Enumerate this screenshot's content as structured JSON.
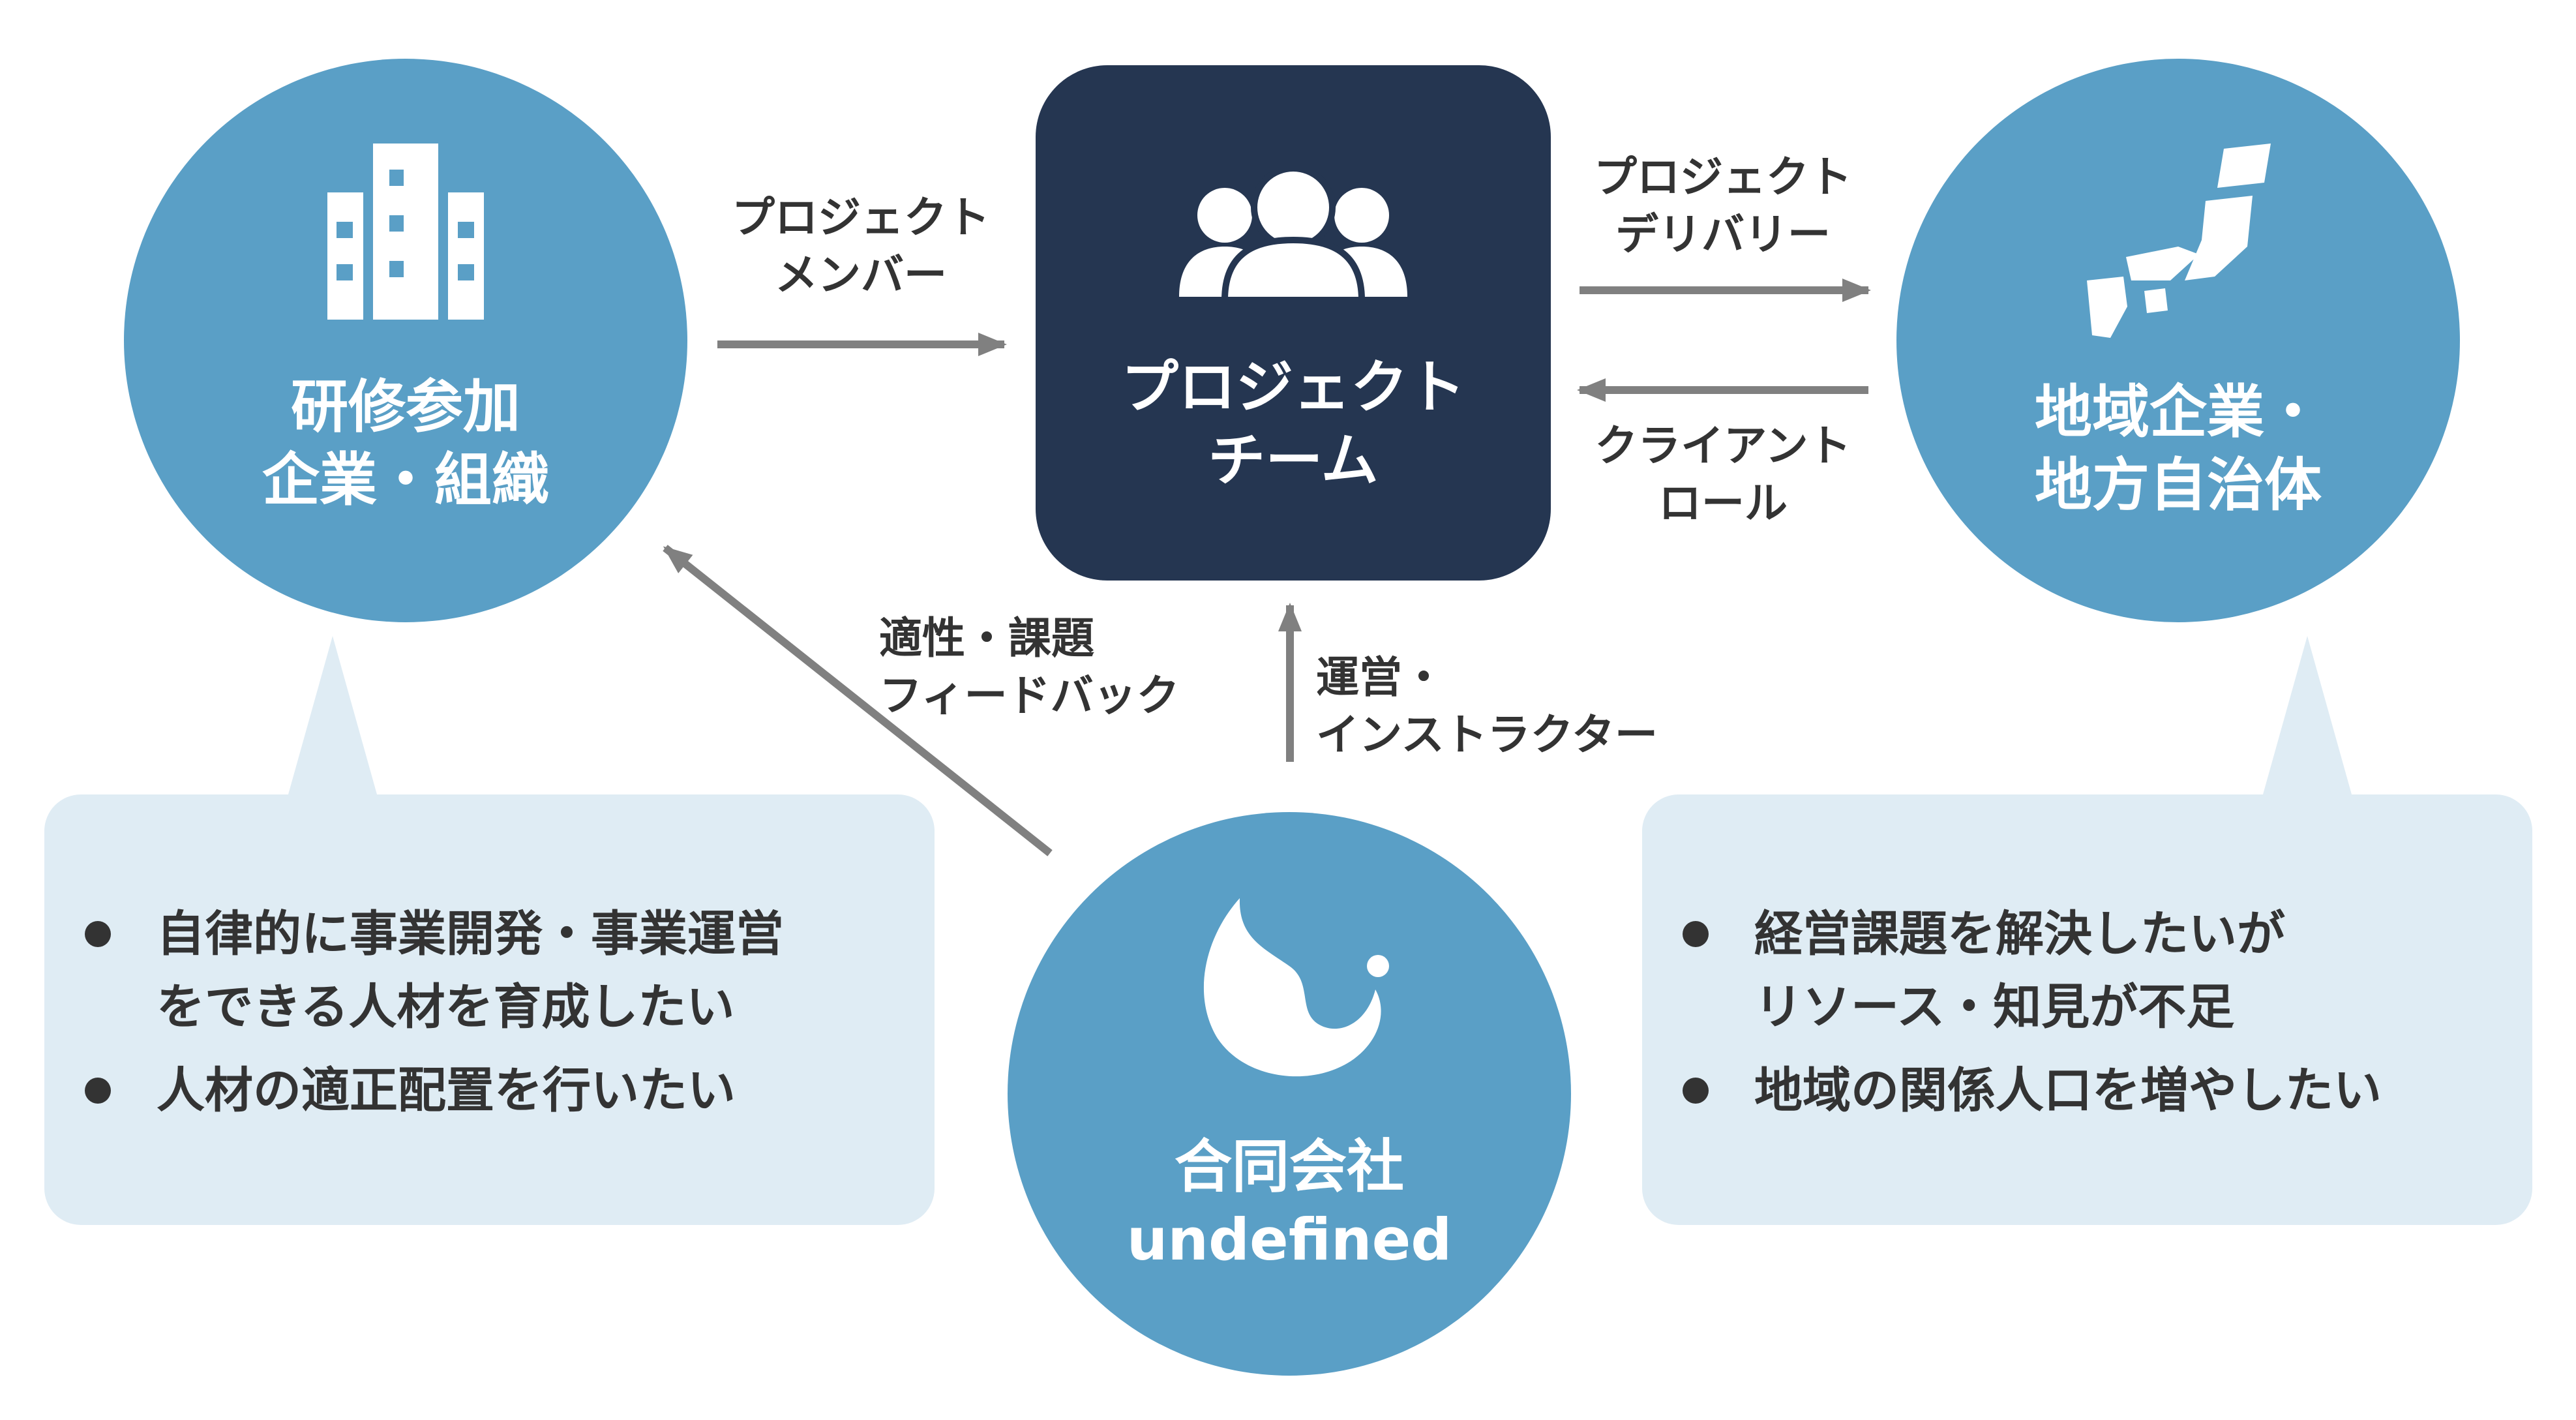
{
  "nodes": {
    "training": {
      "line1": "研修参加",
      "line2": "企業・組織"
    },
    "team": {
      "line1": "プロジェクト",
      "line2": "チーム"
    },
    "regional": {
      "line1": "地域企業・",
      "line2": "地方自治体"
    },
    "company": {
      "line1": "合同会社",
      "line2": "undefined"
    }
  },
  "edges": {
    "members": {
      "line1": "プロジェクト",
      "line2": "メンバー"
    },
    "delivery": {
      "line1": "プロジェクト",
      "line2": "デリバリー"
    },
    "client_role": {
      "line1": "クライアント",
      "line2": "ロール"
    },
    "feedback": {
      "line1": "適性・課題",
      "line2": "フィードバック"
    },
    "operation": {
      "line1": "運営・",
      "line2": "インストラクター"
    }
  },
  "bubbles": {
    "left": {
      "items": [
        {
          "line1": "自律的に事業開発・事業運営",
          "line2": "をできる人材を育成したい"
        },
        {
          "line1": "人材の適正配置を行いたい"
        }
      ]
    },
    "right": {
      "items": [
        {
          "line1": "経営課題を解決したいが",
          "line2": "リソース・知見が不足"
        },
        {
          "line1": "地域の関係人口を増やしたい"
        }
      ]
    }
  },
  "icons": {
    "training": "office-building-icon",
    "team": "team-people-icon",
    "regional": "japan-map-icon",
    "company": "undefined-logo-icon"
  },
  "colors": {
    "circle": "#5a9fc6",
    "center_box": "#253651",
    "bubble": "#dfecf4",
    "arrow": "#808080",
    "text": "#333333"
  }
}
